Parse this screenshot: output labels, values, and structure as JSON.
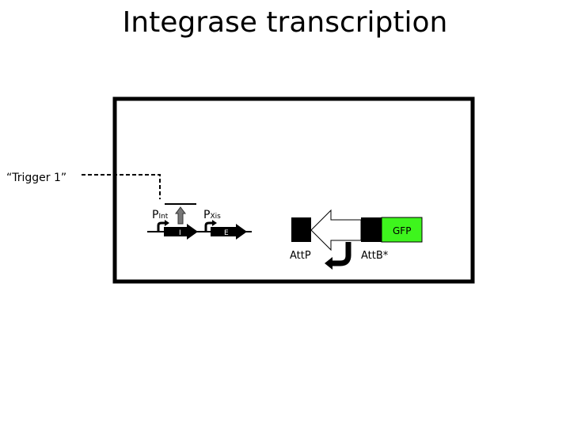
{
  "title": "Integrase transcription",
  "trigger_label": "“Trigger  1”",
  "left_construct": {
    "promoter_int": {
      "main": "P",
      "sub": "Int"
    },
    "promoter_xis": {
      "main": "P",
      "sub": "Xis"
    },
    "gene_i": "I",
    "gene_e": "E"
  },
  "right_construct": {
    "attp": "AttP",
    "attb": "AttB*",
    "gfp": "GFP"
  },
  "colors": {
    "gfp": "#3ef51d",
    "repressor_arrow": "#777777"
  }
}
